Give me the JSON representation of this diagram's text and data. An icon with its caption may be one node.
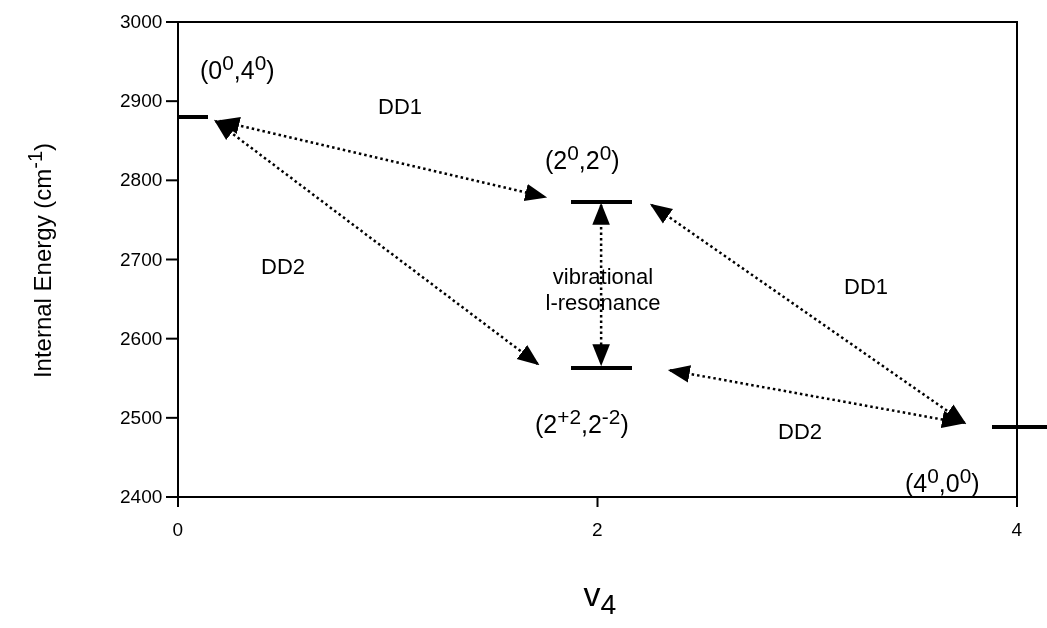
{
  "diagram": {
    "nodes": [
      {
        "text": [
          "(0$^{0}$,4$^{0}$)"
        ]
      },
      {
        "text": [
          "(2$^{0}$,2$^{0}$)"
        ]
      },
      {
        "text": [
          "(2$^{+2}$,2$^{-2}$)"
        ]
      },
      {
        "text": [
          "(4$^{0}$,0$^{0}$)"
        ]
      }
    ],
    "edges": [
      {
        "from": 0,
        "to": 1,
        "arrow": "both",
        "label": "DD1",
        "style": "dashed"
      },
      {
        "from": 0,
        "to": 2,
        "arrow": "both",
        "label": "DD2",
        "style": "dashed"
      },
      {
        "from": 1,
        "to": 2,
        "arrow": "both",
        "label": "vibrational l-resonance",
        "style": "dashed"
      },
      {
        "from": 1,
        "to": 3,
        "arrow": "both",
        "label": "DD1",
        "style": "dashed"
      },
      {
        "from": 2,
        "to": 3,
        "arrow": "both",
        "label": "DD2",
        "style": "dashed"
      }
    ],
    "labels": [
      "3000",
      "2900",
      "2800",
      "2700",
      "2600",
      "2500",
      "2400",
      "Internal Energy (cm$^{-1}$)",
      "0",
      "2",
      "4",
      "v$_{4}$"
    ]
  }
}
